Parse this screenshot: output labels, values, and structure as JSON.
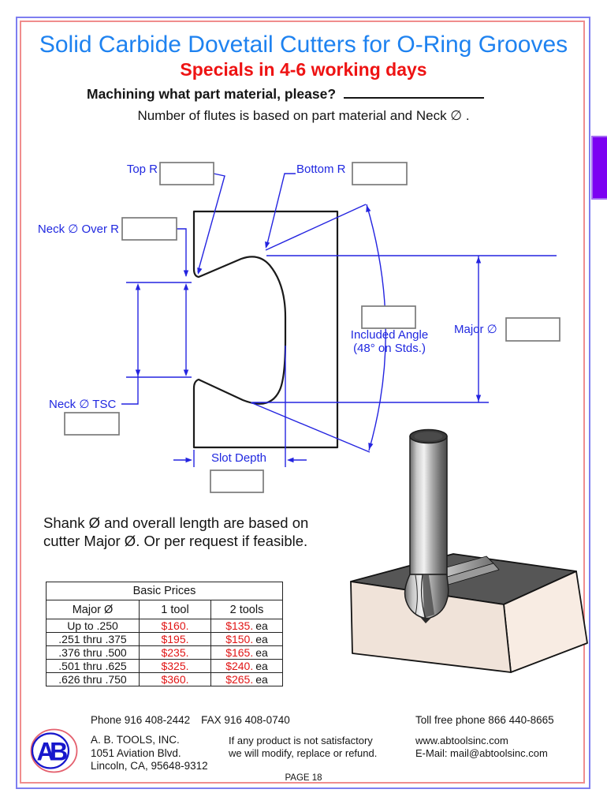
{
  "page": {
    "title": "Solid Carbide Dovetail Cutters for O-Ring Grooves",
    "subtitle": "Specials in 4-6 working days",
    "question": "Machining what part material, please?",
    "note": "Number of flutes is based on part material and Neck ∅ .",
    "shank_note_line1": "Shank Ø and overall length are based on",
    "shank_note_line2": "cutter Major Ø. Or per request if feasible.",
    "page_number": "PAGE 18"
  },
  "diagram": {
    "labels": {
      "top_r": "Top R",
      "bottom_r": "Bottom R",
      "neck_over_r": "Neck ∅ Over R",
      "neck_tsc": "Neck ∅ TSC",
      "slot_depth": "Slot Depth",
      "included_angle_line1": "Included Angle",
      "included_angle_line2": "(48° on Stds.)",
      "major_dia": "Major ∅"
    }
  },
  "price_table": {
    "title": "Basic Prices",
    "columns": [
      "Major Ø",
      "1 tool",
      "2 tools"
    ],
    "ea_suffix": "ea",
    "rows": [
      {
        "range": "Up to .250",
        "one_tool": "$160.",
        "two_tools": "$135."
      },
      {
        "range": ".251 thru .375",
        "one_tool": "$195.",
        "two_tools": "$150."
      },
      {
        "range": ".376 thru .500",
        "one_tool": "$235.",
        "two_tools": "$165."
      },
      {
        "range": ".501 thru .625",
        "one_tool": "$325.",
        "two_tools": "$240."
      },
      {
        "range": ".626 thru .750",
        "one_tool": "$360.",
        "two_tools": "$265."
      }
    ]
  },
  "footer": {
    "phone": "Phone 916 408-2442",
    "fax": "FAX 916 408-0740",
    "toll_free": "Toll free phone 866 440-8665",
    "company": "A. B. TOOLS, INC.",
    "address1": "1051 Aviation Blvd.",
    "address2": "Lincoln, CA, 95648-9312",
    "guarantee1": "If any product is not satisfactory",
    "guarantee2": "we will modify, replace or refund.",
    "website": "www.abtoolsinc.com",
    "email": "E-Mail: mail@abtoolsinc.com",
    "logo_text": "AB"
  },
  "colors": {
    "title_blue": "#1e82f0",
    "accent_red": "#ee1313",
    "diagram_blue": "#2028e0",
    "price_red": "#e11515",
    "logo_blue": "#1717cc",
    "border_blue": "#7e7ef0",
    "border_pink": "#f08d8d",
    "tab_purple": "#7c00f2"
  }
}
